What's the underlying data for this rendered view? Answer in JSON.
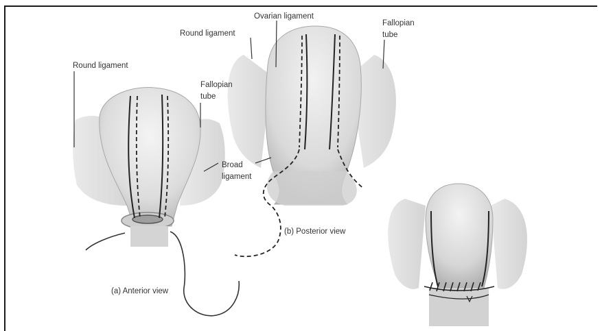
{
  "labels": {
    "a_round": "Round ligament",
    "a_fallopian_1": "Fallopian",
    "a_fallopian_2": "tube",
    "broad_1": "Broad",
    "broad_2": "ligament",
    "a_caption": "(a) Anterior view",
    "b_round": "Round ligament",
    "b_ovarian": "Ovarian ligament",
    "b_fallopian_1": "Fallopian",
    "b_fallopian_2": "tube",
    "b_caption": "(b) Posterior view"
  }
}
